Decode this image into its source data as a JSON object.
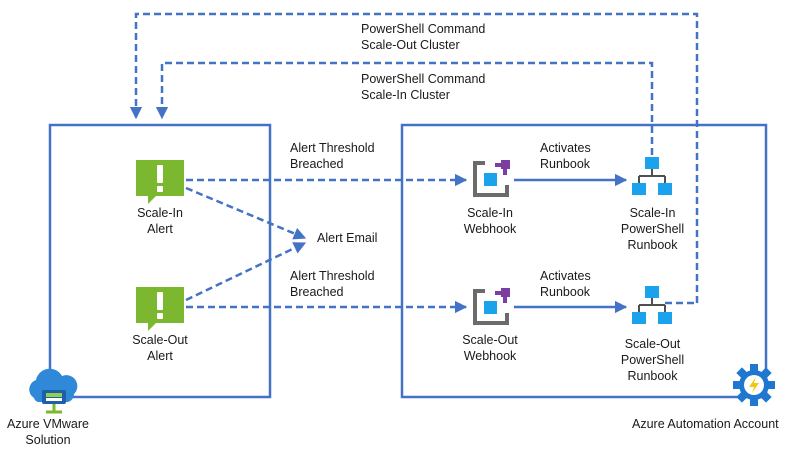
{
  "labels": {
    "ps_scale_out": [
      "PowerShell Command",
      "Scale-Out Cluster"
    ],
    "ps_scale_in": [
      "PowerShell Command",
      "Scale-In Cluster"
    ],
    "threshold_top": [
      "Alert Threshold",
      "Breached"
    ],
    "threshold_bottom": [
      "Alert Threshold",
      "Breached"
    ],
    "activates_top": [
      "Activates",
      "Runbook"
    ],
    "activates_bottom": [
      "Activates",
      "Runbook"
    ],
    "alert_email": "Alert Email",
    "scale_in_alert": [
      "Scale-In",
      "Alert"
    ],
    "scale_out_alert": [
      "Scale-Out",
      "Alert"
    ],
    "scale_in_webhook": [
      "Scale-In",
      "Webhook"
    ],
    "scale_out_webhook": [
      "Scale-Out",
      "Webhook"
    ],
    "scale_in_runbook": [
      "Scale-In",
      "PowerShell",
      "Runbook"
    ],
    "scale_out_runbook": [
      "Scale-Out",
      "PowerShell",
      "Runbook"
    ],
    "azure_vmware": [
      "Azure VMware",
      "Solution"
    ],
    "automation_account": "Azure Automation Account"
  },
  "colors": {
    "line": "#4472c4",
    "alert_green": "#7cb82f",
    "runbook_blue": "#1aa3ec",
    "webhook_purple": "#7b3fa1",
    "webhook_gray": "#6b6b6b"
  },
  "icons": {
    "alert": "alert-bubble-icon",
    "webhook": "webhook-icon",
    "runbook": "runbook-hierarchy-icon",
    "avs": "azure-vmware-cloud-icon",
    "automation": "automation-gear-icon"
  }
}
